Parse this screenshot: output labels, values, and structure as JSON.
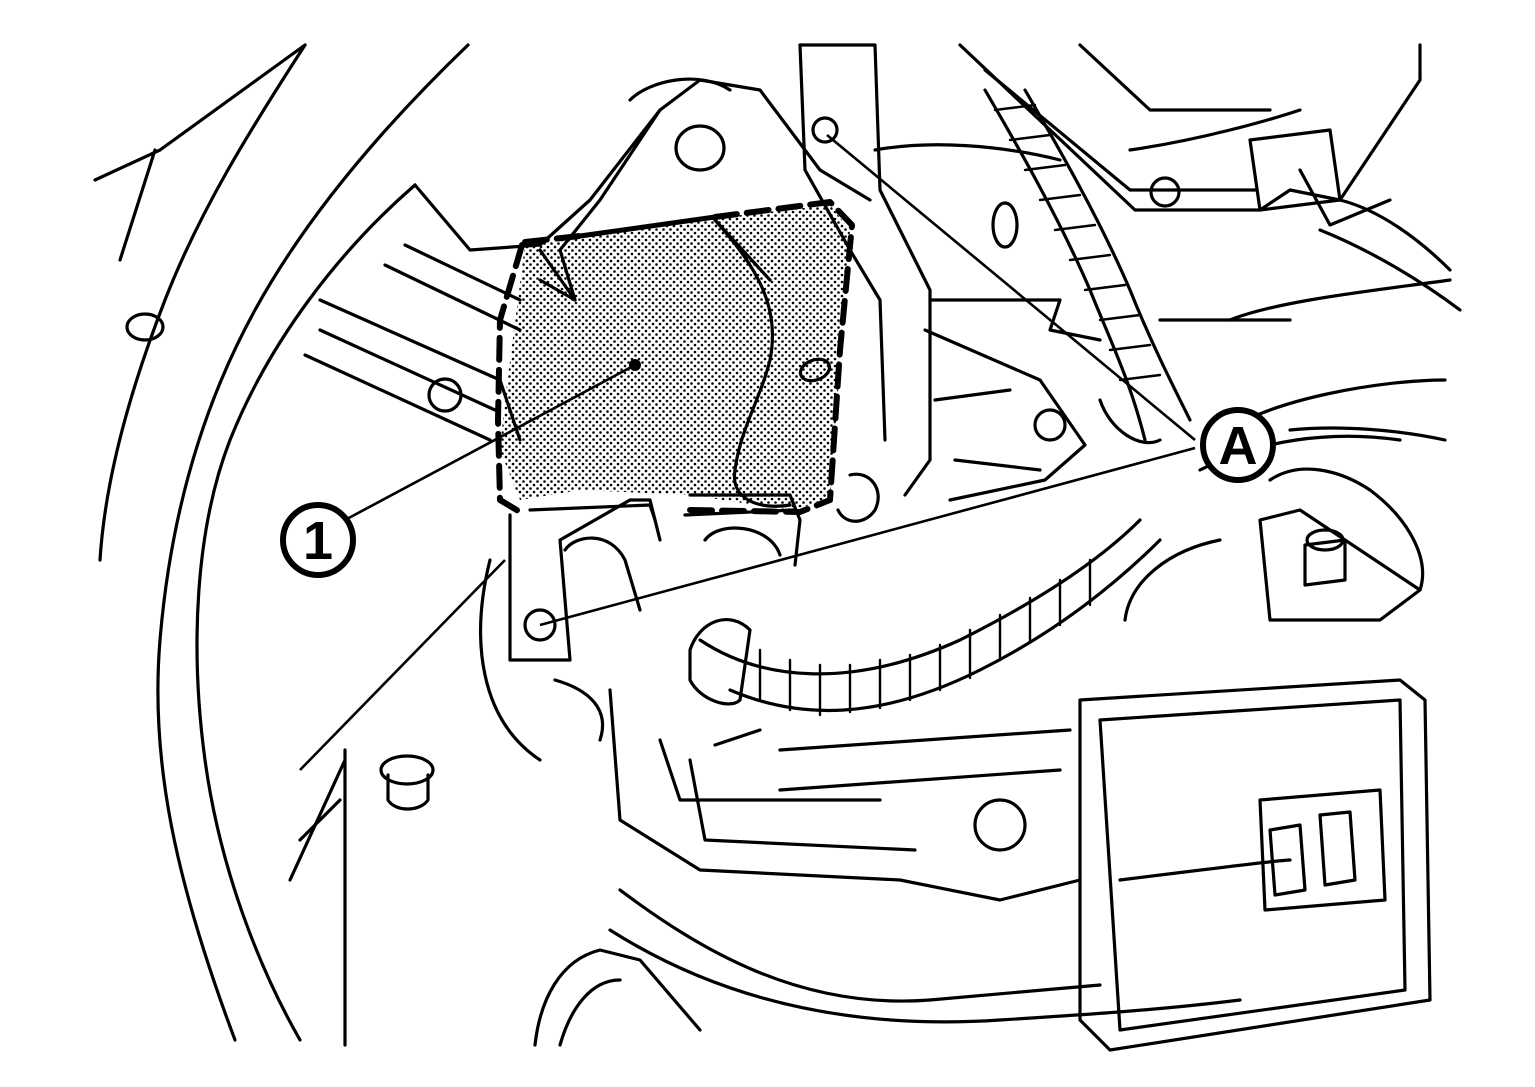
{
  "diagram": {
    "callouts": [
      {
        "id": "part-1",
        "label": "1"
      },
      {
        "id": "location-a",
        "label": "A"
      }
    ],
    "colors": {
      "line": "#000000",
      "background": "#ffffff",
      "shade": "#000000"
    }
  }
}
